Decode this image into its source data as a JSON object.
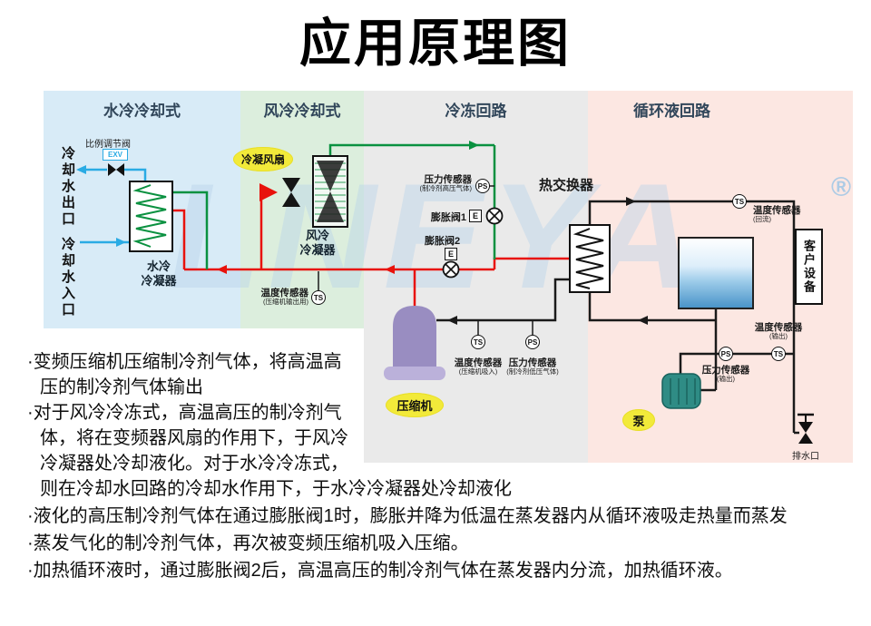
{
  "title": "应用原理图",
  "watermark": {
    "text": "LNEYA",
    "registered_mark": "®"
  },
  "colors": {
    "pipe_red": "#e8120c",
    "pipe_green": "#0a9140",
    "pipe_blue": "#2aabe4",
    "pipe_black": "#1a1a1a",
    "highlight_yellow": "#f2ea3a",
    "panel_water": "#d8ebf7",
    "panel_air": "#dceedd",
    "panel_refrig": "#eaeaea",
    "panel_circ": "#fce7e2"
  },
  "sensors": {
    "ts": "TS",
    "ps": "PS",
    "e": "E"
  },
  "panel_water": {
    "title": "水冷冷却式",
    "proportional_valve": "比例调节阀",
    "exv": "EXV",
    "water_outlet": "冷却水出口",
    "water_inlet": "冷却水入口",
    "condenser_line1": "水冷",
    "condenser_line2": "冷凝器"
  },
  "panel_air": {
    "title": "风冷冷却式",
    "fan": "冷凝风扇",
    "condenser_line1": "风冷",
    "condenser_line2": "冷凝器",
    "temp_sensor": "温度传感器",
    "temp_sensor_note": "(压缩机输出用)"
  },
  "panel_refrig": {
    "title": "冷冻回路",
    "hp_sensor": "压力传感器",
    "hp_sensor_note": "(制冷剂高压气体)",
    "expansion_valve_1": "膨胀阀1",
    "expansion_valve_2": "膨胀阀2",
    "compressor": "压缩机",
    "suction_temp_sensor": "温度传感器",
    "suction_temp_note": "(压缩机吸入)",
    "lp_sensor": "压力传感器",
    "lp_sensor_note": "(制冷剂低压气体)"
  },
  "panel_circ": {
    "title": "循环液回路",
    "heat_exchanger": "热交换器",
    "return_temp_sensor": "温度传感器",
    "return_temp_note": "(回流)",
    "customer_equipment": "客户设备",
    "out_temp_sensor": "温度传感器",
    "out_temp_note": "(输出)",
    "out_pressure_sensor": "压力传感器",
    "out_pressure_note": "(输出)",
    "pump": "泵",
    "drain": "排水口"
  },
  "notes": {
    "lines": [
      "·变频压缩机压缩制冷剂气体，将高温高",
      "压的制冷剂气体输出",
      "·对于风冷冷冻式，高温高压的制冷剂气",
      "体，将在变频器风扇的作用下，于风冷",
      "冷凝器处冷却液化。对于水冷冷冻式，",
      "则在冷却水回路的冷却水作用下，于水冷冷凝器处冷却液化",
      "·液化的高压制冷剂气体在通过膨胀阀1时，膨胀并降为低温在蒸发器内从循环液吸走热量而蒸发",
      "·蒸发气化的制冷剂气体，再次被变频压缩机吸入压缩。",
      "·加热循环液时，通过膨胀阀2后，高温高压的制冷剂气体在蒸发器内分流，加热循环液。"
    ]
  }
}
